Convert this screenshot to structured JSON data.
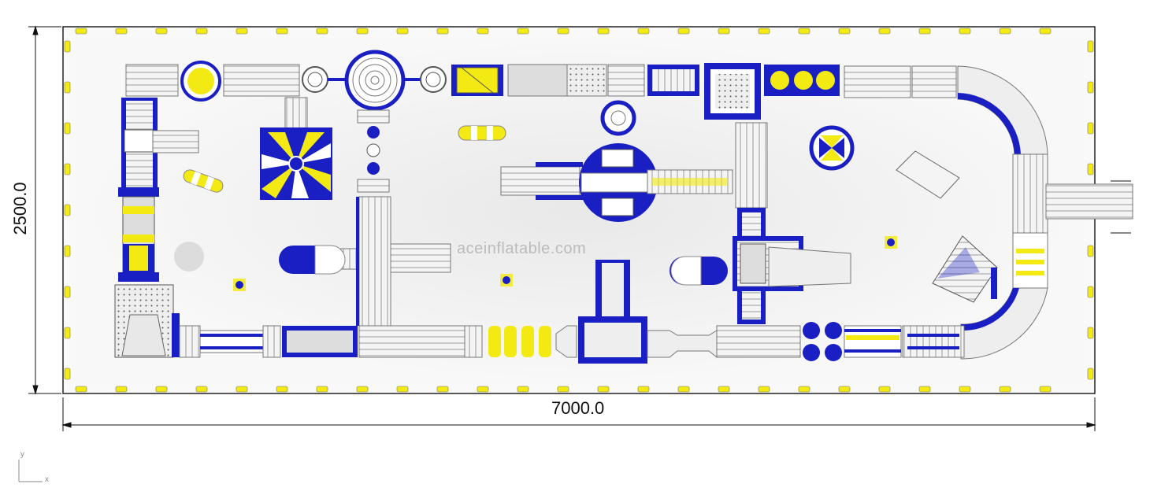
{
  "dimensions": {
    "width_label": "7000.0",
    "height_label": "2500.0"
  },
  "watermark": "aceinflatable.com",
  "axis_indicator": {
    "y": "y",
    "x": "x"
  },
  "colors": {
    "blue": "#1a1fc4",
    "yellow": "#f2ea12",
    "white": "#ffffff",
    "gray": "#cfcfcf",
    "border": "#222222"
  }
}
